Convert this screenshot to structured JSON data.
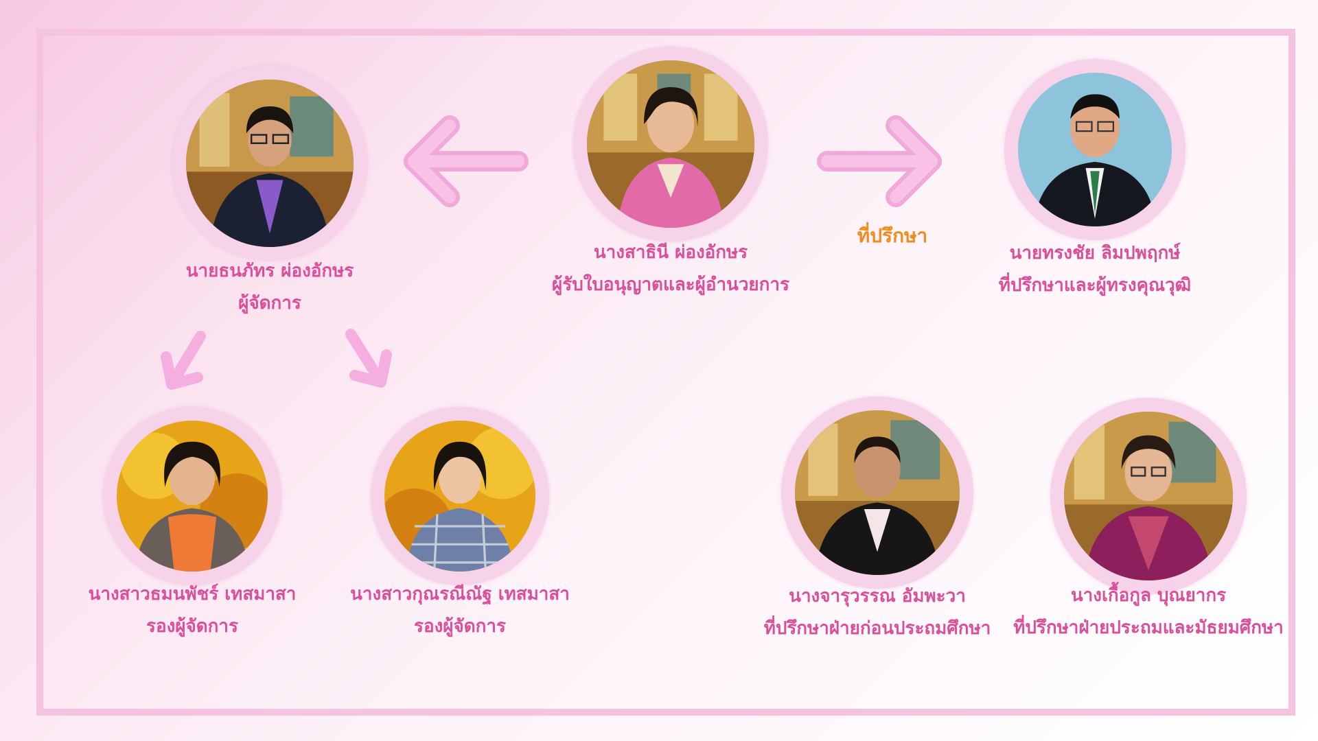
{
  "colors": {
    "frame_border": "#f5c3e0",
    "name_text": "#d94f9a",
    "advisor_label": "#ef8c1e",
    "arrow_fill": "#f5aee0",
    "ring": "#f6d3e8"
  },
  "center": {
    "name": "นางสาธินี ผ่องอักษร",
    "role": "ผู้รับใบอนุญาตและผู้อำนวยการ",
    "photo": "woman-pink-jacket-photo"
  },
  "manager": {
    "name": "นายธนภัทร ผ่องอักษร",
    "role": "ผู้จัดการ",
    "photo": "man-glasses-dark-suit-photo"
  },
  "advisor": {
    "label": "ที่ปรึกษา",
    "name": "นายทรงชัย ลิมปพฤกษ์",
    "role": "ที่ปรึกษาและผู้ทรงคุณวุฒิ",
    "photo": "man-glasses-blue-background-photo"
  },
  "deputies": [
    {
      "name": "นางสาวธมนพัชร์ เทสมาสา",
      "role": "รองผู้จัดการ",
      "photo": "woman-orange-shirt-photo"
    },
    {
      "name": "นางสาวกุณรณีณัฐ เทสมาสา",
      "role": "รองผู้จัดการ",
      "photo": "woman-plaid-shirt-photo"
    }
  ],
  "consultants": [
    {
      "name": "นางจารุวรรณ อัมพะวา",
      "role": "ที่ปรึกษาฝ่ายก่อนประถมศึกษา",
      "photo": "woman-black-jacket-photo"
    },
    {
      "name": "นางเกื้อกูล บุณยากร",
      "role": "ที่ปรึกษาฝ่ายประถมและมัธยมศึกษา",
      "photo": "woman-purple-jacket-photo"
    }
  ],
  "icons": {
    "arrow_left": "arrow-left-icon",
    "arrow_right": "arrow-right-icon",
    "arrow_down_left": "arrow-down-left-icon",
    "arrow_down_right": "arrow-down-right-icon"
  }
}
